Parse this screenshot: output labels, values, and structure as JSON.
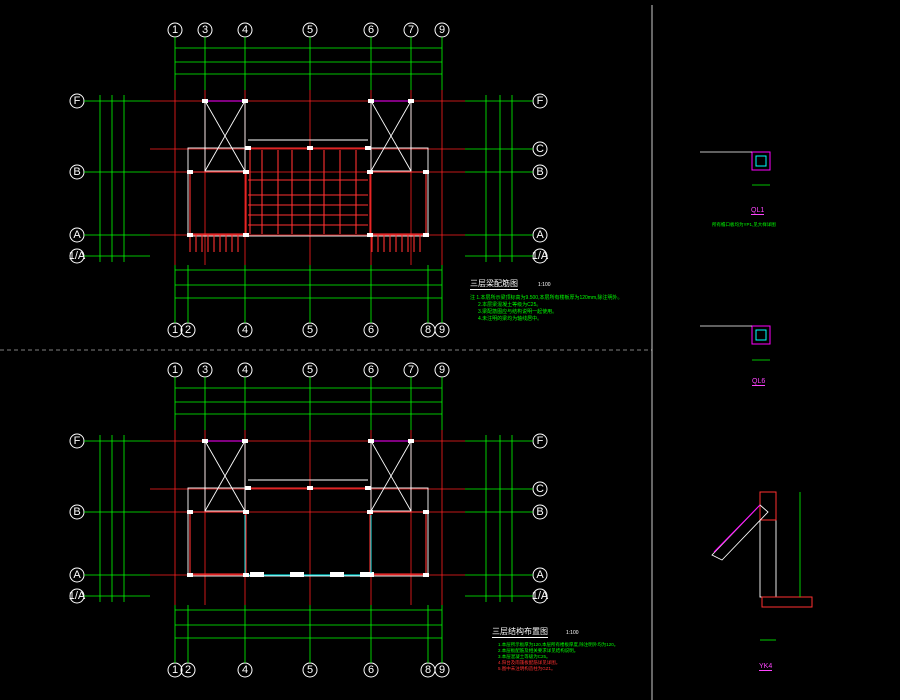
{
  "axes_top": [
    "1",
    "3",
    "4",
    "5",
    "6",
    "7",
    "9"
  ],
  "axes_bottom": [
    "1",
    "2",
    "4",
    "5",
    "6",
    "8",
    "9"
  ],
  "axes_left": [
    "F",
    "B",
    "A",
    "1/A"
  ],
  "axes_right": [
    "F",
    "C",
    "B",
    "A",
    "1/A"
  ],
  "plan1": {
    "title": "三层梁配筋图",
    "scale": "1:100",
    "notes": [
      "注 1.本层所示梁顶标高为9.500,本层所有楼板厚为120mm,除注明外。",
      "2.本层梁混凝土等级为C25。",
      "3.梁配筋图应与结构说明一起使用。",
      "4.未注明的梁均为轴线居中。"
    ]
  },
  "plan2": {
    "title": "三层结构布置图",
    "scale": "1:100",
    "notes": [
      "1.本层所示板厚为120,本层所有楼板厚度,除注明外均为120。",
      "2.本层板配筋及相关要求详见结构说明。",
      "3.本层混凝土等级为C25。",
      "4.阳台及雨篷板配筋详见详图。",
      "5.图中未注明构造柱为GZ1。"
    ]
  },
  "details": {
    "ql1_label": "QL1",
    "ql1_note": "所有檐口板均为YP1,见大样详图",
    "ql6_label": "QL6",
    "yk4_label": "YK4"
  }
}
